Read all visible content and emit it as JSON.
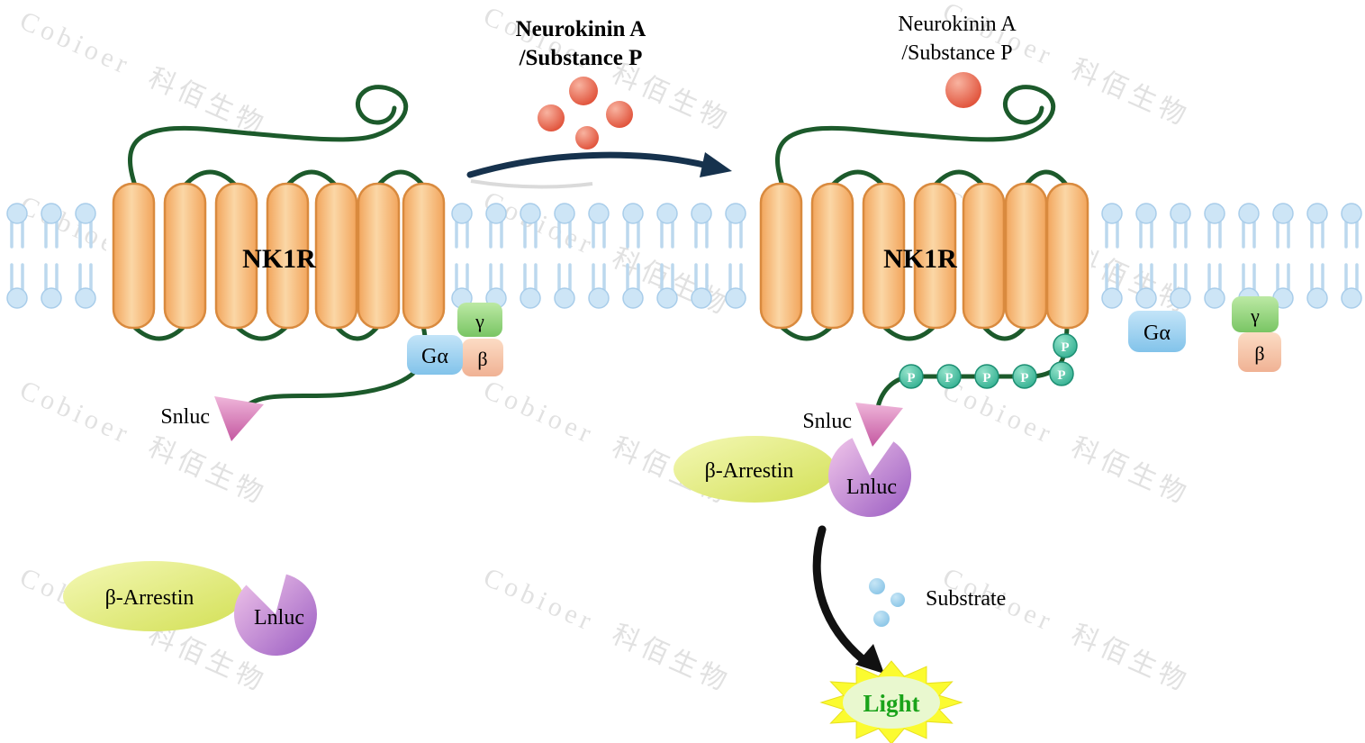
{
  "watermark": {
    "text": "Cobioer 科佰生物"
  },
  "ligand": {
    "name_line1": "Neurokinin A",
    "name_line2": "/Substance P"
  },
  "receptor": {
    "name": "NK1R"
  },
  "g_protein": {
    "alpha": "Gα",
    "gamma": "γ",
    "beta": "β"
  },
  "labels": {
    "snluc": "Snluc",
    "lnluc": "Lnluc",
    "arrestin": "β-Arrestin",
    "phospho": "P",
    "substrate": "Substrate",
    "light": "Light"
  },
  "colors": {
    "membrane_head": "#cde5f6",
    "helix_fill": "#f7bd7e",
    "helix_border": "#d98a3e",
    "loop_green": "#1c5a2b",
    "ligand_red": "#e2543a",
    "activation_arrow": "#16324d",
    "g_alpha_blue": "#9fd0ee",
    "gamma_green": "#8ccf77",
    "beta_pink": "#f6c4a4",
    "snluc_pink": "#cf66ab",
    "arrestin_yellowgreen": "#dde66a",
    "lnluc_purple": "#a866c6",
    "phospho_teal": "#3db695",
    "substrate_blue": "#9ccfec",
    "light_star_yellow": "#fbfb30",
    "light_text_green": "#1aa31a",
    "watermark_grey": "#c9c9c9"
  }
}
